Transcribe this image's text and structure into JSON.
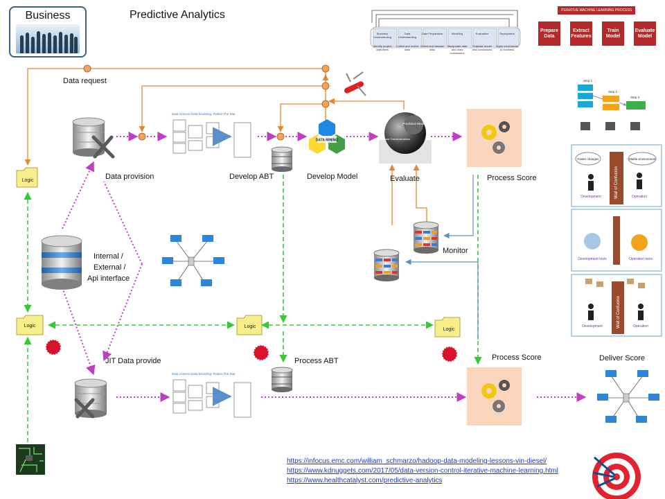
{
  "title": "Predictive Analytics",
  "business": {
    "label": "Business"
  },
  "labels": {
    "data_request": "Data request",
    "data_provision": "Data provision",
    "develop_abt": "Develop ABT",
    "develop_model": "Develop Model",
    "evaluate": "Evaluate",
    "process_score_top": "Process Score",
    "monitor": "Monitor",
    "internal": "Internal /",
    "external": "External /",
    "api": "Api interface",
    "jit": "JIT Data provide",
    "process_abt": "Process ABT",
    "process_score_bottom": "Process Score",
    "deliver_score": "Deliver Score",
    "logic": "Logic",
    "flatten_star": "Data Science Data Modeling: Flatten The Star",
    "data_mining": "DATA MINING",
    "predictive_models": "Predictive Models",
    "data_transformations": "Data Transformations"
  },
  "ml_process": {
    "header": "ITERATIVE MACHINE LEARNING PROCESS",
    "steps": [
      "Prepare Data",
      "Extract Features",
      "Train Model",
      "Evaluate Model"
    ]
  },
  "lifecycle": {
    "phases": [
      "Business Understanding",
      "Data Understanding",
      "Data Preparation",
      "Modeling",
      "Evaluation",
      "Deployment"
    ],
    "details": [
      "Identify project objectives",
      "Collect and review data",
      "Select and cleanse data",
      "Manipulate data and draw conclusions",
      "Evaluate model and conclusions",
      "Apply conclusions to business"
    ]
  },
  "steps_panel": {
    "step1": "Step 1",
    "step2": "Step 2",
    "step3": "Step 3"
  },
  "walls": {
    "wall": "Wall of Confusion",
    "faster_changes": "Faster changes",
    "stable": "Stable environment",
    "development": "Development",
    "operation": "Operation",
    "dev_tools": "Development tools",
    "op_tools": "Operation tools"
  },
  "links": [
    "https://infocus.emc.com/william_schmarzo/hadoop-data-modeling-lessons-vin-diesel/",
    "https://www.kdnuggets.com/2017/05/data-version-control-iterative-machine-learning.html",
    "https://www.healthcatalyst.com/predictive-analytics"
  ],
  "colors": {
    "orange": "#e8872a",
    "magenta": "#c03fc0",
    "green": "#33cc33",
    "blue": "#5b8fc9",
    "logic_folder": "#f5ee8a",
    "gear_bg": "#fbd6bd"
  }
}
